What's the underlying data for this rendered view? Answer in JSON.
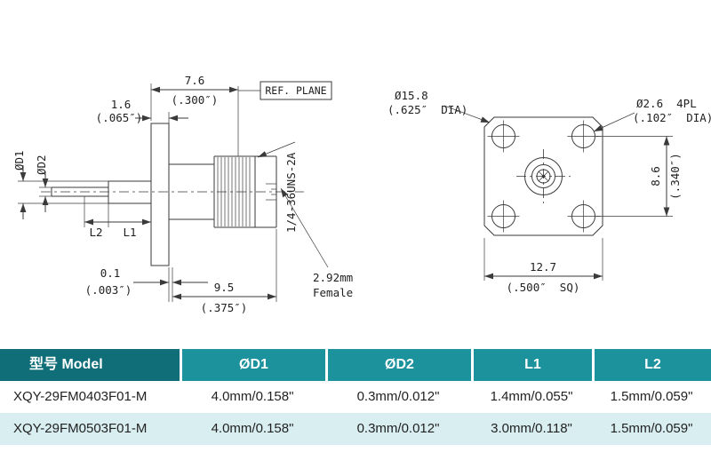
{
  "theme": {
    "th-dark": "#0f6e78",
    "th-teal": "#1b929c",
    "row-alt": "#d9eef1",
    "line": "#3a3a3a",
    "text": "#1f1f1f"
  },
  "drawing": {
    "side": {
      "d76": "7.6",
      "d76_in": "(.300″)",
      "ref_plane": "REF. PLANE",
      "d16": "1.6",
      "d16_in": "(.065″)",
      "d1": "ØD1",
      "d2": "ØD2",
      "l1": "L1",
      "l2": "L2",
      "d01": "0.1",
      "d01_in": "(.003″)",
      "d95": "9.5",
      "d95_in": "(.375″)",
      "thread": "1/4-36UNS-2A",
      "female_line1": "2.92mm",
      "female_line2": "Female"
    },
    "front": {
      "d158": "Ø15.8",
      "d158_in": "(.625″  DIA)",
      "d26": "Ø2.6  4PL",
      "d26_in": "(.102″  DIA)",
      "d86": "8.6",
      "d86_in": "(.340″)",
      "d127": "12.7",
      "d127_in": "(.500″  SQ)"
    }
  },
  "table": {
    "headers": [
      "型号 Model",
      "ØD1",
      "ØD2",
      "L1",
      "L2"
    ],
    "rows": [
      [
        "XQY-29FM0403F01-M",
        "4.0mm/0.158\"",
        "0.3mm/0.012\"",
        "1.4mm/0.055\"",
        "1.5mm/0.059\""
      ],
      [
        "XQY-29FM0503F01-M",
        "4.0mm/0.158\"",
        "0.3mm/0.012\"",
        "3.0mm/0.118\"",
        "1.5mm/0.059\""
      ]
    ]
  }
}
